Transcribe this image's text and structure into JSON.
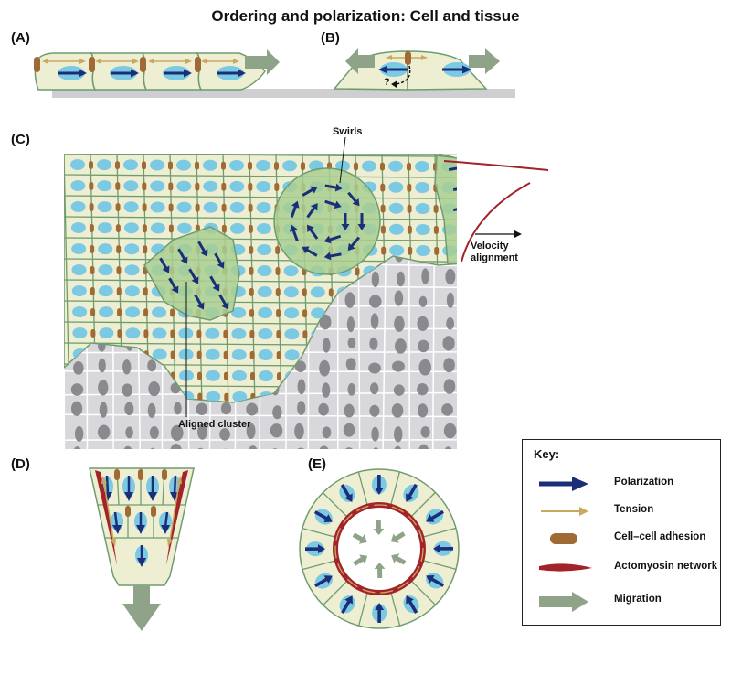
{
  "title": "Ordering and polarization: Cell and tissue",
  "panels": {
    "a": "(A)",
    "b": "(B)",
    "c": "(C)",
    "d": "(D)",
    "e": "(E)"
  },
  "annotations": {
    "question_mark": "?",
    "swirls": "Swirls",
    "velocity_alignment": "Velocity\nalignment",
    "aligned_cluster": "Aligned cluster"
  },
  "key": {
    "title": "Key:",
    "items": [
      {
        "label": "Polarization",
        "icon": "polarization-arrow-icon"
      },
      {
        "label": "Tension",
        "icon": "tension-arrow-icon"
      },
      {
        "label": "Cell–cell adhesion",
        "icon": "adhesion-icon"
      },
      {
        "label": "Actomyosin network",
        "icon": "actomyosin-icon"
      },
      {
        "label": "Migration",
        "icon": "migration-arrow-icon"
      }
    ]
  },
  "colors": {
    "cell_fill": "#eeefd2",
    "cell_stroke": "#6f9c6f",
    "nucleus": "#7cc9e4",
    "polarized_cell": "#a9cf93",
    "polarization": "#1b2f78",
    "tension": "#c9a95e",
    "adhesion": "#a06a35",
    "actomyosin": "#a3232a",
    "migration": "#8fa388",
    "substrate": "#d8d8dc",
    "substrate_nucleus": "#8a8a8e"
  }
}
